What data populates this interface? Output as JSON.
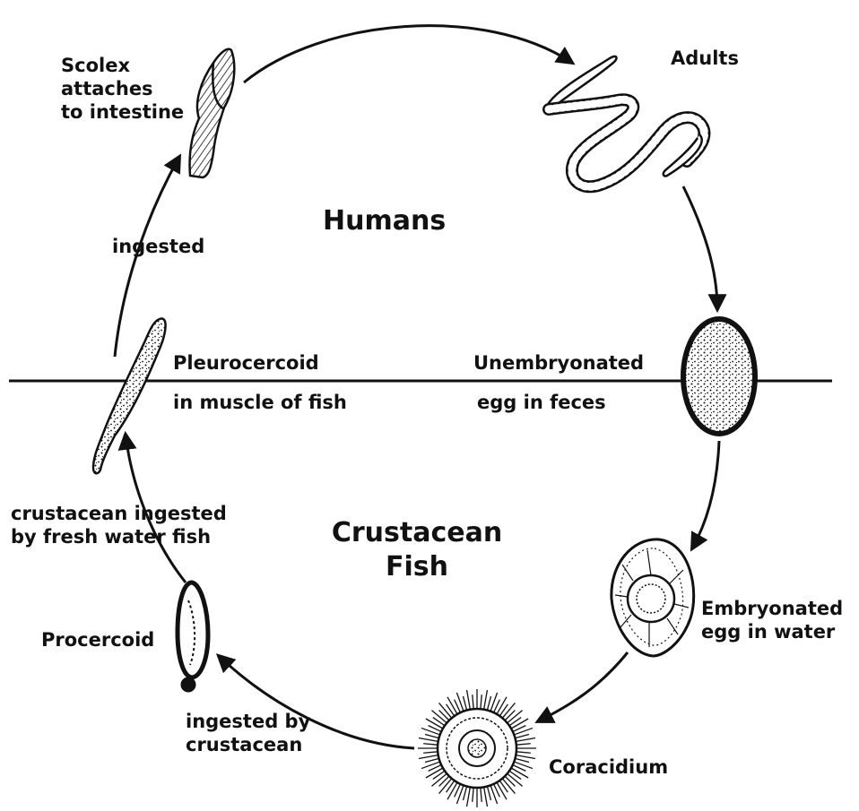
{
  "diagram": {
    "regions": {
      "upper": "Humans",
      "lower": [
        "Crustacean",
        "Fish"
      ]
    },
    "stages": {
      "adults": "Adults",
      "unembryonated_egg": [
        "Unembryonated",
        "egg in feces"
      ],
      "embryonated_egg": [
        "Embryonated",
        "egg in water"
      ],
      "coracidium": "Coracidium",
      "procercoid": "Procercoid",
      "pleurocercoid": [
        "Pleurocercoid",
        "in muscle of fish"
      ],
      "scolex": [
        "Scolex",
        "attaches",
        "to intestine"
      ]
    },
    "transitions": {
      "ingested_by_crustacean": [
        "ingested by",
        "crustacean"
      ],
      "crustacean_ingested_by_fish": [
        "crustacean ingested",
        "by fresh water fish"
      ],
      "ingested": "ingested"
    },
    "colors": {
      "ink": "#111111",
      "background": "#ffffff"
    }
  }
}
